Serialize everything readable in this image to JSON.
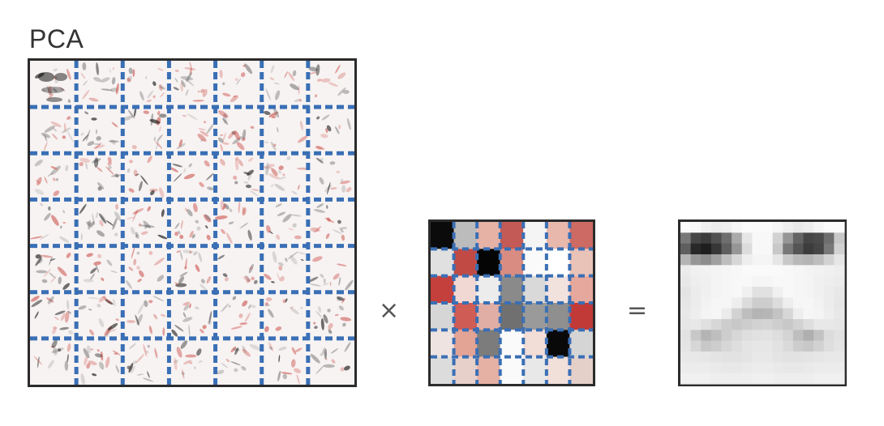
{
  "title": "PCA",
  "operators": {
    "times": "×",
    "equals": "="
  },
  "colors": {
    "grid_line": "#3a6fb5",
    "frame": "#2b2b2b",
    "warm": "#c0403c",
    "dark": "#111111"
  },
  "coefficients": {
    "rows": 7,
    "cols": 6,
    "cells": [
      [
        "#0b0b0b",
        "#bcbcbc",
        "#e6b2a6",
        "#c45a55",
        "#f4f4f4",
        "#e8b8ad",
        "#cc6a63"
      ],
      [
        "#e0e0e0",
        "#c24a45",
        "#050505",
        "#d88c82",
        "#fafafa",
        "#ffffff",
        "#e9c2b8"
      ],
      [
        "#c4403c",
        "#f1d8d2",
        "#ececec",
        "#8a8a8a",
        "#d9d9d9",
        "#f2e2de",
        "#e6a89c"
      ],
      [
        "#d6d6d6",
        "#cf5c55",
        "#e0aea4",
        "#707070",
        "#9a9a9a",
        "#8f8f8f",
        "#c23a37"
      ],
      [
        "#eee3e0",
        "#e3a395",
        "#7c7c7c",
        "#fafafa",
        "#f3ddd7",
        "#090909",
        "#d5d5d5"
      ],
      [
        "#dcdcdc",
        "#e8d0ca",
        "#e6b1a5",
        "#fafafa",
        "#e8e8e8",
        "#f1dfda",
        "#e4cfc9"
      ]
    ]
  },
  "face_rows": [
    [
      250,
      248,
      240,
      235,
      238,
      245,
      250,
      250,
      250,
      245,
      238,
      232,
      236,
      244,
      250,
      250
    ],
    [
      120,
      70,
      60,
      80,
      110,
      170,
      230,
      248,
      248,
      210,
      150,
      100,
      70,
      75,
      110,
      200
    ],
    [
      95,
      40,
      30,
      55,
      95,
      150,
      220,
      248,
      248,
      200,
      120,
      85,
      60,
      70,
      120,
      210
    ],
    [
      180,
      150,
      140,
      160,
      190,
      215,
      238,
      245,
      245,
      230,
      200,
      185,
      180,
      190,
      210,
      230
    ],
    [
      235,
      240,
      242,
      244,
      246,
      248,
      250,
      250,
      250,
      250,
      248,
      246,
      244,
      242,
      240,
      238
    ],
    [
      232,
      238,
      240,
      244,
      246,
      248,
      248,
      245,
      246,
      248,
      248,
      246,
      244,
      240,
      238,
      236
    ],
    [
      228,
      236,
      240,
      244,
      246,
      248,
      240,
      225,
      225,
      240,
      248,
      246,
      244,
      240,
      236,
      232
    ],
    [
      230,
      236,
      242,
      246,
      246,
      238,
      220,
      205,
      205,
      220,
      238,
      246,
      246,
      242,
      236,
      230
    ],
    [
      232,
      238,
      244,
      246,
      235,
      210,
      190,
      180,
      182,
      195,
      215,
      238,
      246,
      244,
      238,
      232
    ],
    [
      230,
      232,
      224,
      215,
      205,
      200,
      205,
      210,
      212,
      206,
      200,
      210,
      222,
      232,
      232,
      230
    ],
    [
      226,
      200,
      180,
      190,
      205,
      215,
      222,
      225,
      226,
      222,
      212,
      190,
      175,
      195,
      220,
      226
    ],
    [
      228,
      215,
      200,
      205,
      215,
      222,
      228,
      230,
      230,
      226,
      218,
      205,
      200,
      210,
      222,
      228
    ],
    [
      232,
      232,
      230,
      228,
      226,
      226,
      228,
      232,
      232,
      228,
      226,
      226,
      228,
      230,
      232,
      232
    ],
    [
      236,
      236,
      236,
      234,
      232,
      232,
      234,
      236,
      236,
      234,
      232,
      232,
      234,
      236,
      236,
      236
    ],
    [
      240,
      240,
      240,
      238,
      238,
      238,
      238,
      240,
      240,
      238,
      238,
      238,
      238,
      240,
      240,
      240
    ]
  ]
}
